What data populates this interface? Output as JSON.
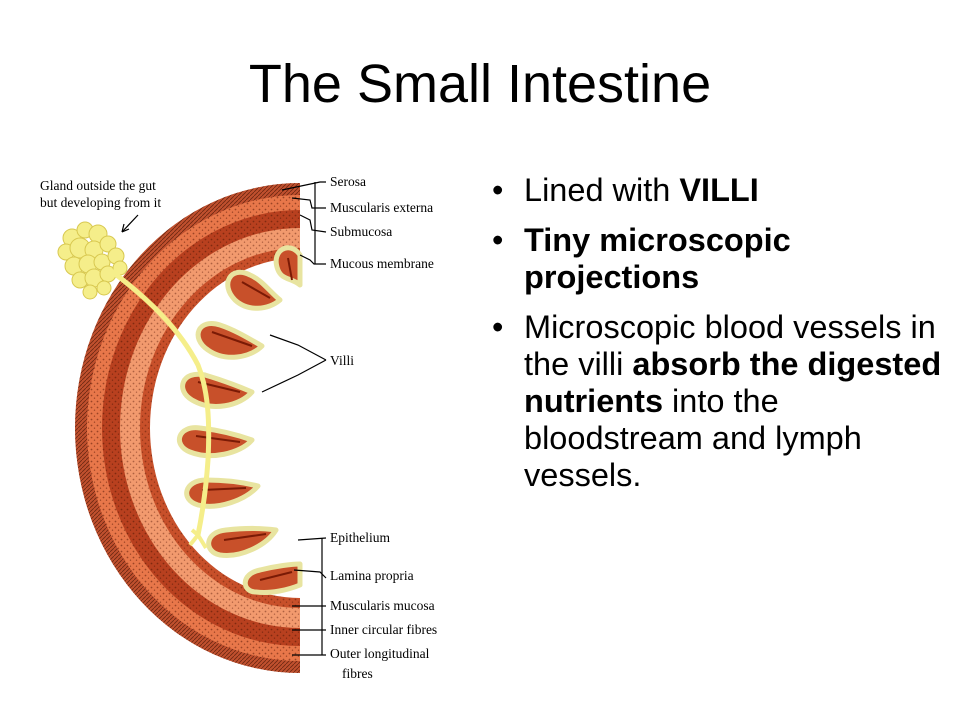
{
  "slide": {
    "title": "The Small Intestine"
  },
  "bullets": [
    {
      "pre": "Lined with ",
      "bold": "VILLI",
      "post": ""
    },
    {
      "pre": "",
      "bold": "Tiny microscopic projections",
      "post": ""
    },
    {
      "pre": "Microscopic blood vessels in the villi ",
      "bold": "absorb the digested nutrients",
      "post": " into the bloodstream and lymph vessels."
    }
  ],
  "diagram": {
    "gland_label_line1": "Gland outside the  gut",
    "gland_label_line2": "but developing from it",
    "labels": {
      "serosa": "Serosa",
      "muscularis_externa": "Muscularis externa",
      "submucosa": "Submucosa",
      "mucous_membrane": "Mucous membrane",
      "villi": "Villi",
      "epithelium": "Epithelium",
      "lamina_propria": "Lamina propria",
      "muscularis_mucosa": "Muscularis mucosa",
      "inner_circular": "Inner circular fibres",
      "outer_longitudinal_1": "Outer longitudinal",
      "outer_longitudinal_2": "fibres"
    },
    "colors": {
      "serosa": "#c0502e",
      "outer_muscle": "#e8774a",
      "inner_muscle": "#b8401f",
      "submucosa": "#f29a6e",
      "mucosa": "#c8502a",
      "epithelium": "#e8e4a0",
      "gland": "#f5ee8a"
    }
  }
}
